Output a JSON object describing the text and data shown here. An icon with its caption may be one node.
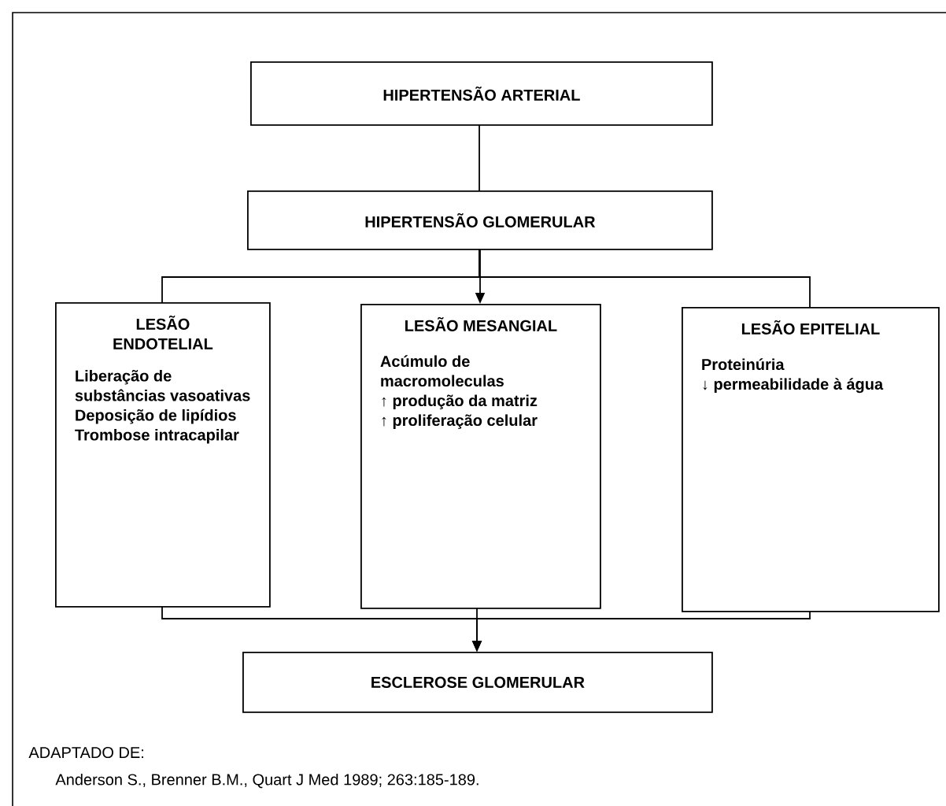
{
  "diagram": {
    "nodes": [
      {
        "text": [
          "HIPERTENSÃO ARTERIAL"
        ]
      },
      {
        "text": [
          "HIPERTENSÃO GLOMERULAR"
        ]
      },
      {
        "text": [
          "LESÃO ENDOTELIAL",
          "Liberação de substâncias vasoativas",
          "Deposição de lipídios",
          "Trombose intracapilar"
        ]
      },
      {
        "text": [
          "LESÃO MESANGIAL",
          "Acúmulo de macromoleculas",
          "↑ produção da matriz",
          "↑ proliferação celular"
        ]
      },
      {
        "text": [
          "LESÃO EPITELIAL",
          "Proteinúria",
          "↓ permeabilidade à água"
        ]
      },
      {
        "text": [
          "ESCLEROSE GLOMERULAR"
        ]
      }
    ],
    "edges": [
      {
        "from": 0,
        "to": 1,
        "arrow": "none"
      },
      {
        "from": 1,
        "to": 2,
        "arrow": "none"
      },
      {
        "from": 1,
        "to": 3,
        "arrow": "to"
      },
      {
        "from": 1,
        "to": 4,
        "arrow": "none"
      },
      {
        "from": 2,
        "to": 5,
        "arrow": "to"
      },
      {
        "from": 3,
        "to": 5,
        "arrow": "to"
      },
      {
        "from": 4,
        "to": 5,
        "arrow": "to"
      }
    ],
    "labels": [
      "ADAPTADO DE:",
      "Anderson S., Brenner B.M., Quart J Med 1989; 263:185-189."
    ]
  }
}
